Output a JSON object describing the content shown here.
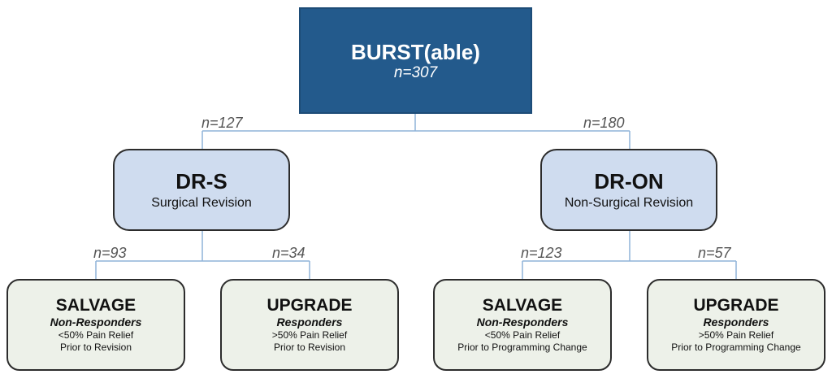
{
  "root": {
    "title": "BURST(able)",
    "n": "n=307"
  },
  "branches": {
    "left_n": "n=127",
    "right_n": "n=180"
  },
  "dr_s": {
    "title": "DR-S",
    "subtitle": "Surgical Revision",
    "salvage_n": "n=93",
    "upgrade_n": "n=34"
  },
  "dr_on": {
    "title": "DR-ON",
    "subtitle": "Non-Surgical Revision",
    "salvage_n": "n=123",
    "upgrade_n": "n=57"
  },
  "leaves": [
    {
      "title": "SALVAGE",
      "role": "Non-Responders",
      "line1": "<50% Pain Relief",
      "line2": "Prior to Revision"
    },
    {
      "title": "UPGRADE",
      "role": "Responders",
      "line1": ">50% Pain Relief",
      "line2": "Prior to Revision"
    },
    {
      "title": "SALVAGE",
      "role": "Non-Responders",
      "line1": "<50% Pain Relief",
      "line2": "Prior to Programming Change"
    },
    {
      "title": "UPGRADE",
      "role": "Responders",
      "line1": ">50% Pain Relief",
      "line2": "Prior to Programming Change"
    }
  ],
  "colors": {
    "root_fill": "#235a8c",
    "mid_fill": "#cfdcef",
    "leaf_fill": "#edf1e9",
    "connector": "#8fb3d9"
  }
}
